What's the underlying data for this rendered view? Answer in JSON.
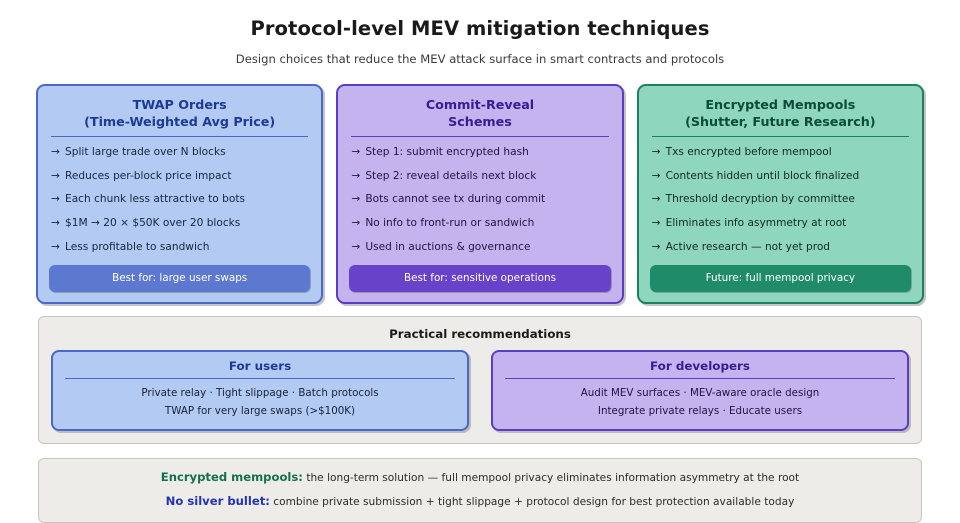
{
  "header": {
    "title": "Protocol-level MEV mitigation techniques",
    "subtitle": "Design choices that reduce the MEV attack surface in smart contracts and protocols"
  },
  "colors": {
    "blue_fill": "#b3cbf2",
    "blue_border": "#4a68c8",
    "blue_title": "#1c3a96",
    "blue_footer": "#5d78cf",
    "purple_fill": "#c5b3f0",
    "purple_border": "#5b3dc4",
    "purple_title": "#361b92",
    "purple_footer": "#6842c8",
    "green_fill": "#8ed6bd",
    "green_border": "#1d8063",
    "green_title": "#0d4b39",
    "green_footer": "#1f8b68",
    "panel_fill": "#eeece8",
    "panel_border": "#c9c5be",
    "summary_green": "#13704f",
    "summary_blue": "#2233b5"
  },
  "cards": [
    {
      "title_line1": "TWAP Orders",
      "title_line2": "(Time-Weighted Avg Price)",
      "bullet_icon": "arrow-right-icon",
      "bullets": [
        "Split large trade over N blocks",
        "Reduces per-block price impact",
        "Each chunk less attractive to bots",
        "$1M → 20 × $50K over 20 blocks",
        "Less profitable to sandwich"
      ],
      "footer": "Best for: large user swaps"
    },
    {
      "title_line1": "Commit-Reveal",
      "title_line2": "Schemes",
      "bullet_icon": "arrow-right-icon",
      "bullets": [
        "Step 1: submit encrypted hash",
        "Step 2: reveal details next block",
        "Bots cannot see tx during commit",
        "No info to front-run or sandwich",
        "Used in auctions & governance"
      ],
      "footer": "Best for: sensitive operations"
    },
    {
      "title_line1": "Encrypted Mempools",
      "title_line2": "(Shutter, Future Research)",
      "bullet_icon": "arrow-right-icon",
      "bullets": [
        "Txs encrypted before mempool",
        "Contents hidden until block finalized",
        "Threshold decryption by committee",
        "Eliminates info asymmetry at root",
        "Active research — not yet prod"
      ],
      "footer": "Future: full mempool privacy"
    }
  ],
  "recommendations": {
    "heading": "Practical recommendations",
    "panels": [
      {
        "title": "For users",
        "lines": [
          "Private relay · Tight slippage · Batch protocols",
          "TWAP for very large swaps (>$100K)"
        ]
      },
      {
        "title": "For developers",
        "lines": [
          "Audit MEV surfaces · MEV-aware oracle design",
          "Integrate private relays · Educate users"
        ]
      }
    ]
  },
  "summary": {
    "lines": [
      {
        "lead": "Encrypted mempools:",
        "rest": "the long-term solution — full mempool privacy eliminates information asymmetry at the root"
      },
      {
        "lead": "No silver bullet:",
        "rest": "combine private submission + tight slippage + protocol design for best protection available today"
      }
    ]
  }
}
